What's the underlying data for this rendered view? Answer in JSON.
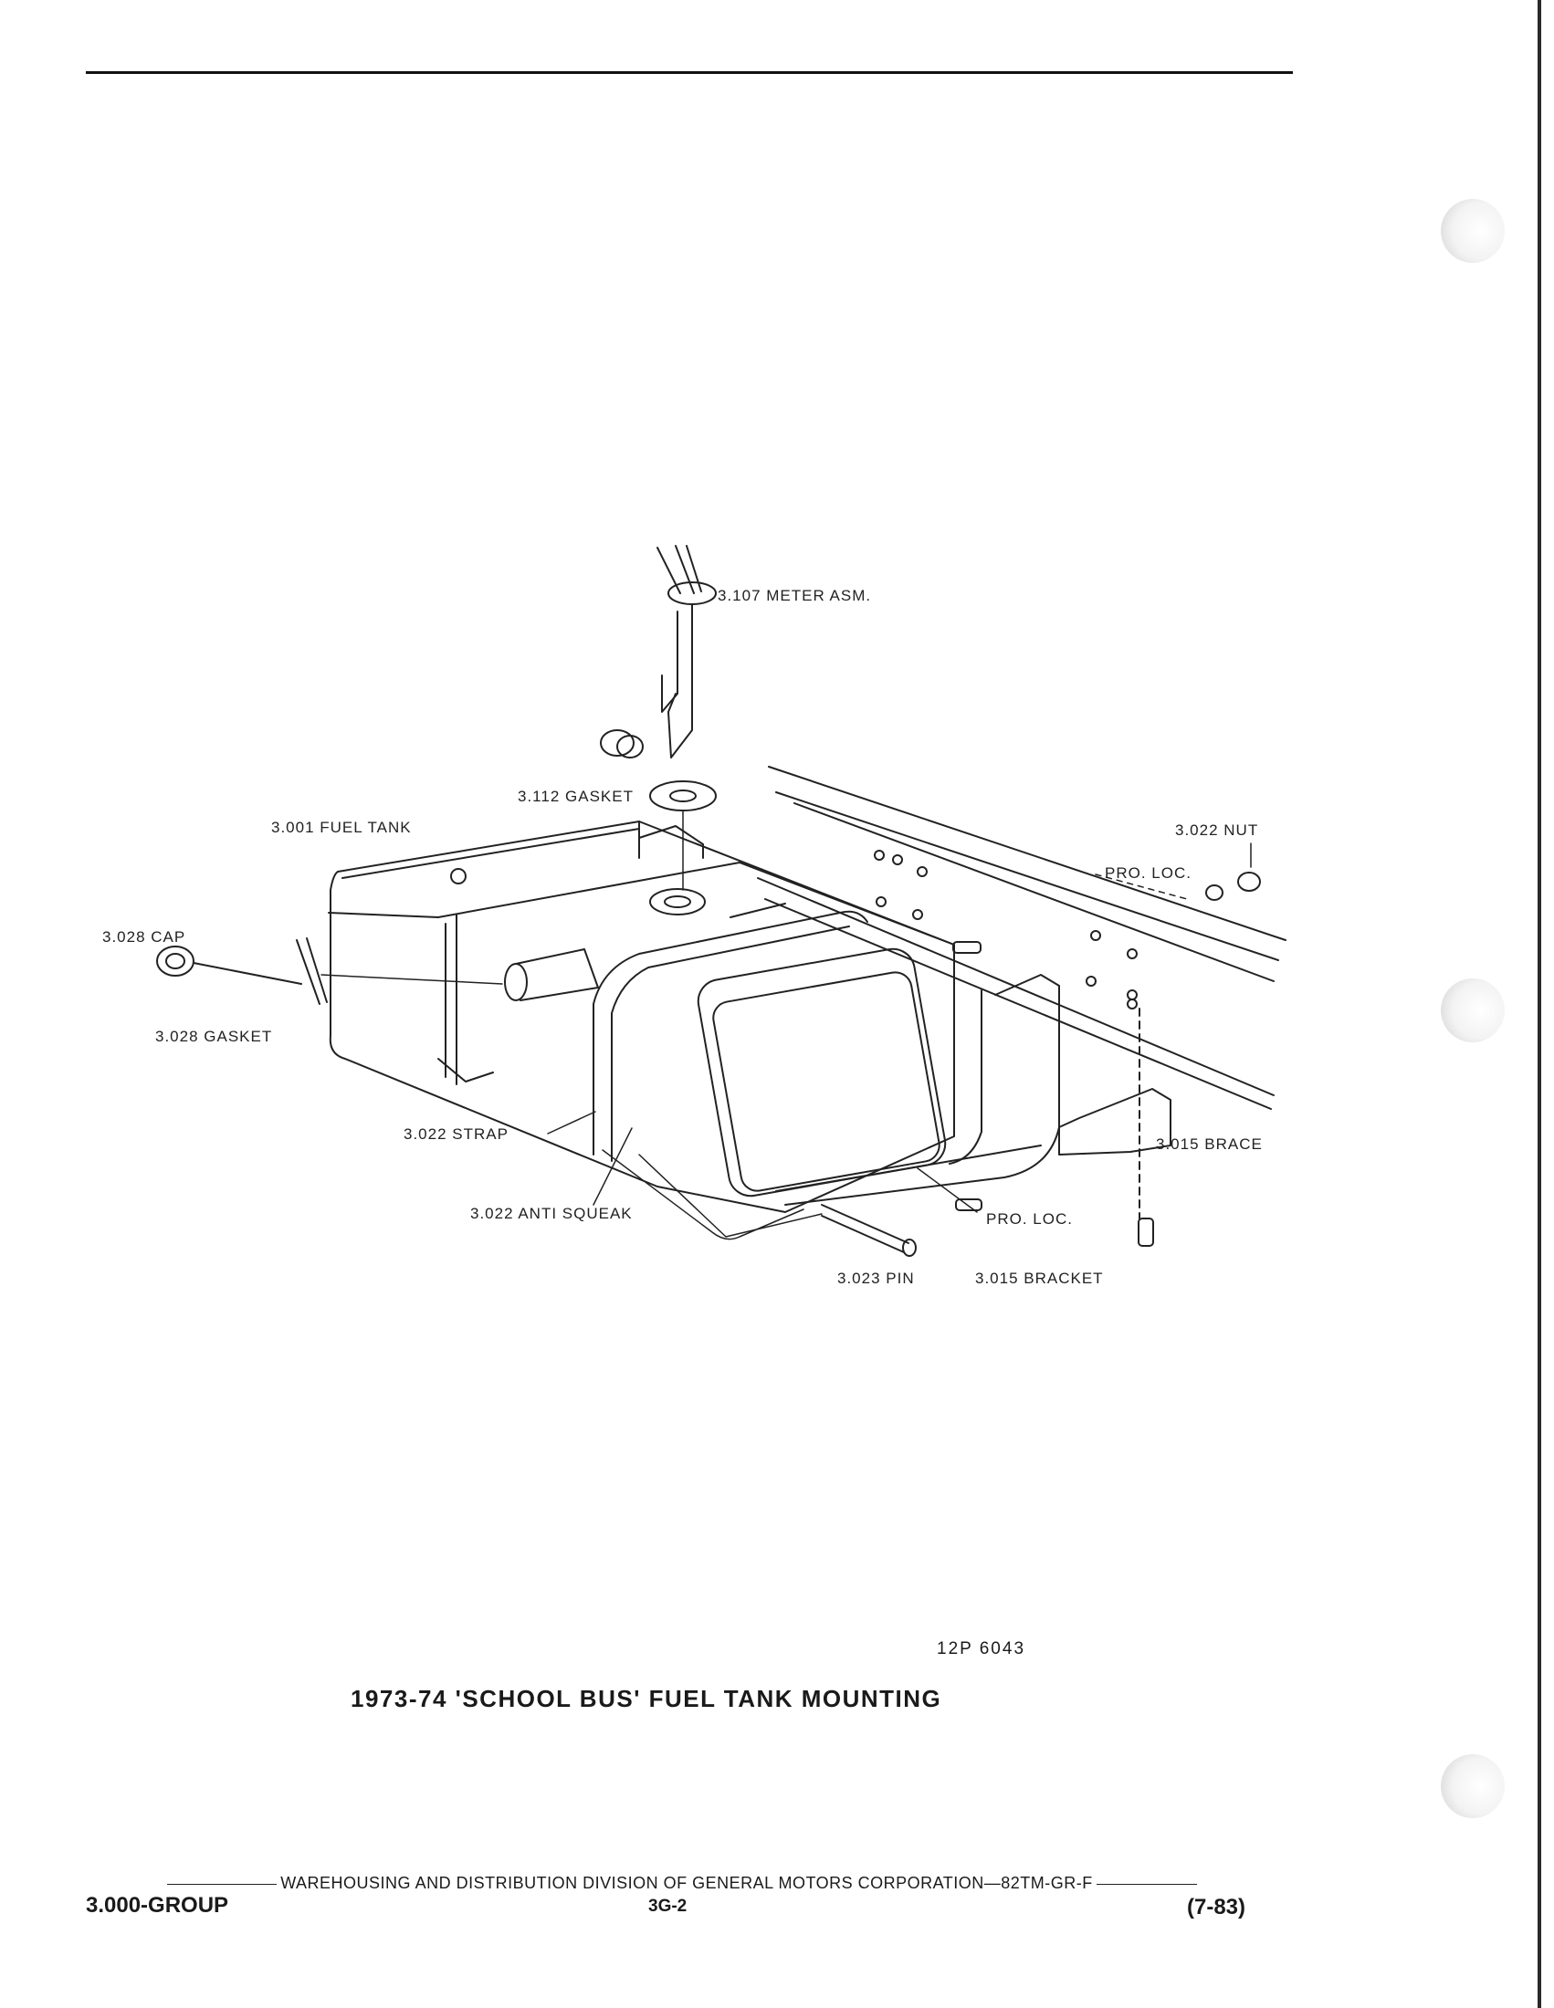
{
  "figure": {
    "callouts": {
      "meter_asm": "3.107 METER ASM.",
      "gasket_112": "3.112 GASKET",
      "fuel_tank": "3.001 FUEL TANK",
      "nut": "3.022 NUT",
      "pro_loc_1": "PRO. LOC.",
      "cap": "3.028 CAP",
      "gasket_028": "3.028 GASKET",
      "strap": "3.022 STRAP",
      "anti_squeak": "3.022 ANTI SQUEAK",
      "brace": "3.015 BRACE",
      "pro_loc_2": "PRO. LOC.",
      "pin": "3.023 PIN",
      "bracket": "3.015 BRACKET"
    },
    "figure_id": "12P 6043",
    "caption": "1973-74 'SCHOOL BUS' FUEL TANK MOUNTING"
  },
  "footer": {
    "publisher_line": "WAREHOUSING AND DISTRIBUTION  DIVISION OF GENERAL MOTORS CORPORATION—82TM-GR-F",
    "group": "3.000-GROUP",
    "page": "3G-2",
    "date": "(7-83)"
  }
}
